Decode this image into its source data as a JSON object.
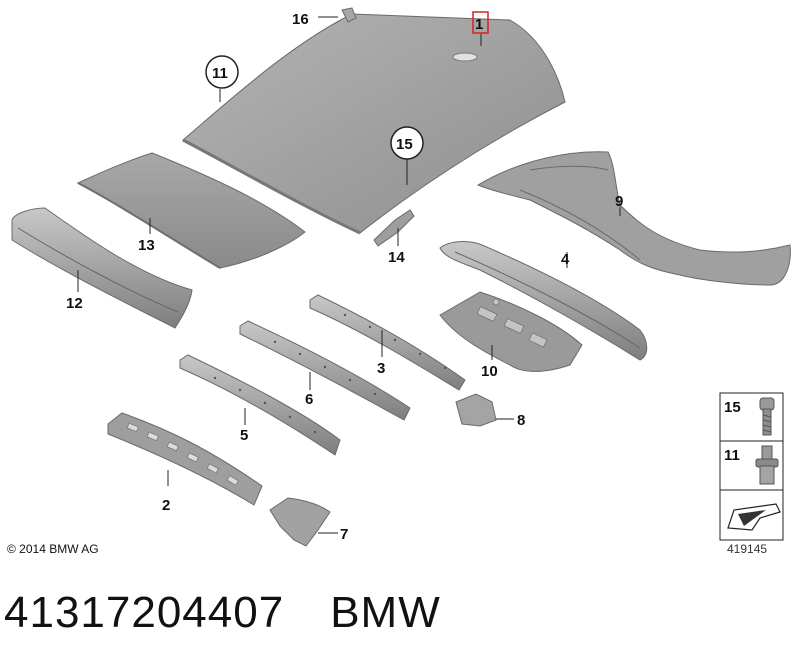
{
  "diagram": {
    "callouts": [
      {
        "id": "1",
        "highlighted": true
      },
      {
        "id": "2"
      },
      {
        "id": "3"
      },
      {
        "id": "4"
      },
      {
        "id": "5"
      },
      {
        "id": "6"
      },
      {
        "id": "7"
      },
      {
        "id": "8"
      },
      {
        "id": "9"
      },
      {
        "id": "10"
      },
      {
        "id": "11",
        "circled": true
      },
      {
        "id": "12"
      },
      {
        "id": "13"
      },
      {
        "id": "14"
      },
      {
        "id": "15",
        "circled": true
      },
      {
        "id": "16"
      }
    ],
    "legend": [
      {
        "number": "15",
        "icon": "bolt-icon"
      },
      {
        "number": "11",
        "icon": "threaded-stud-icon"
      },
      {
        "icon": "arrow-symbol-icon"
      }
    ],
    "copyright": "© 2014 BMW AG",
    "diagram_number": "419145"
  },
  "footer": {
    "part_number": "41317204407",
    "brand": "BMW"
  },
  "colors": {
    "highlight": "#d62020",
    "part_fill": "#a2a2a2",
    "part_dark": "#8c8c8c",
    "line": "#222222"
  }
}
